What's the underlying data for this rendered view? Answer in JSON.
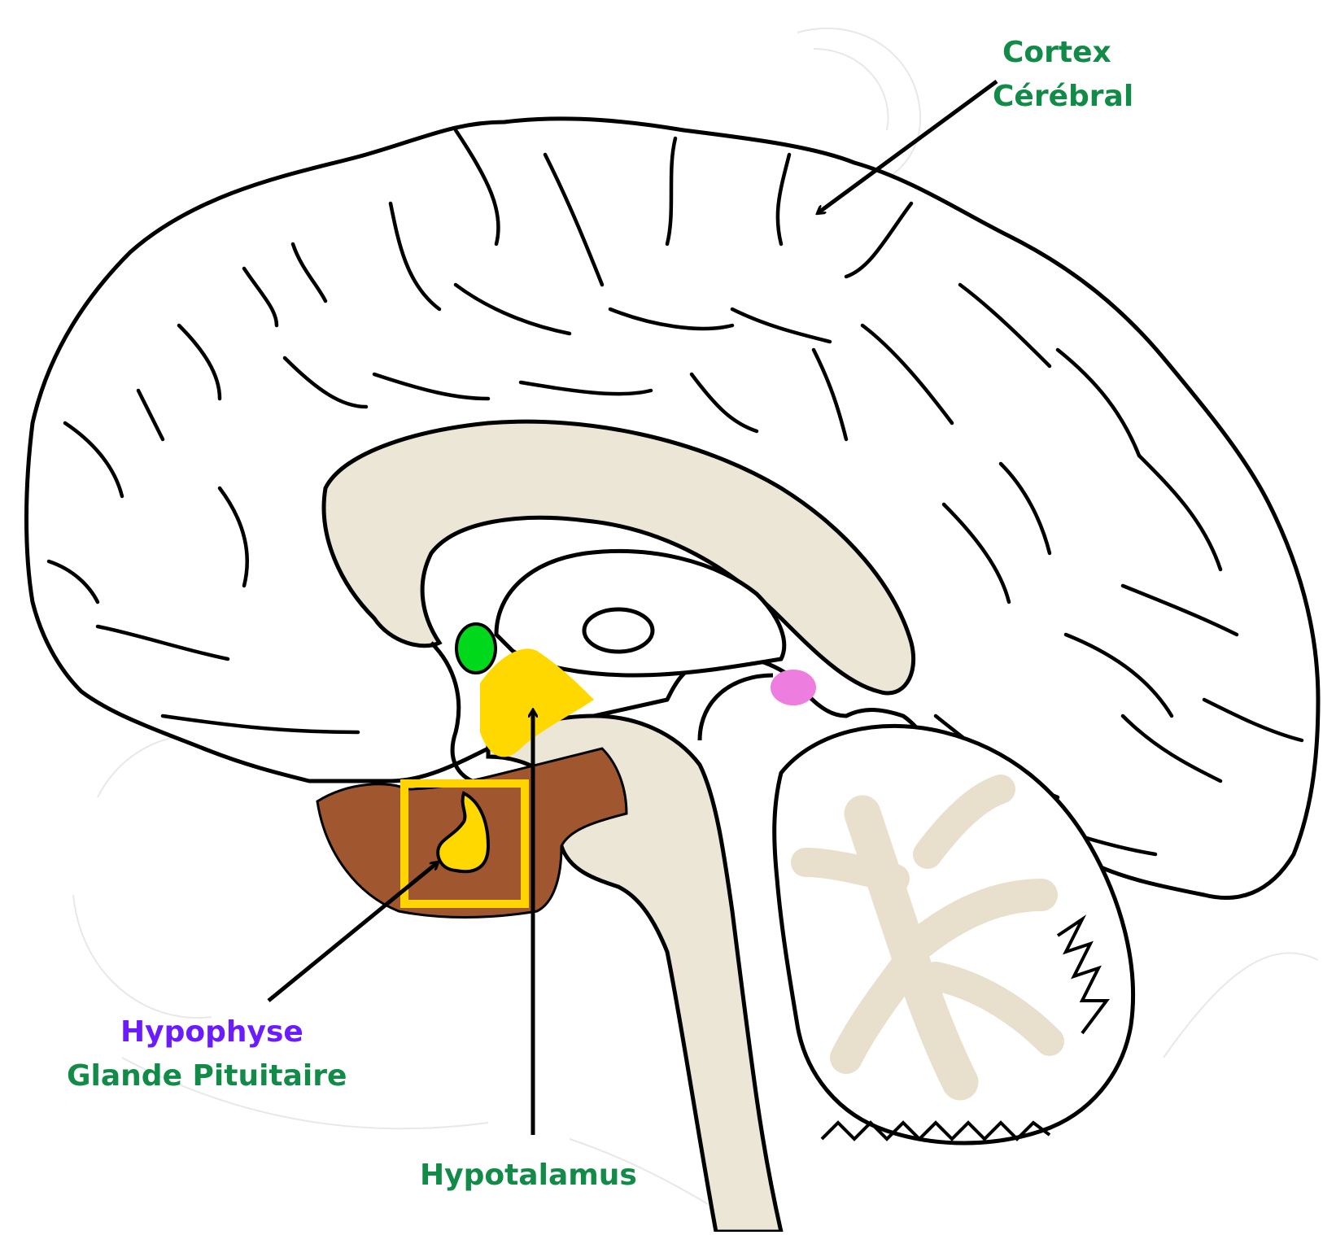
{
  "labels": {
    "cortex_line1": "Cortex",
    "cortex_line2": "Cérébral",
    "hypophyse": "Hypophyse",
    "glande_pituitaire": "Glande Pituitaire",
    "hypotalamus": "Hypotalamus"
  },
  "colors": {
    "label_green": "#128a48",
    "label_purple": "#6a1bff",
    "outline": "#000000",
    "white_matter": "#ece6d6",
    "hypothalamus": "#ffd800",
    "pituitary_highlight_box": "#ffd400",
    "sphenoid_bone": "#a0572f",
    "mammillary_green": "#00d91b",
    "pineal_pink": "#ee7de0"
  }
}
